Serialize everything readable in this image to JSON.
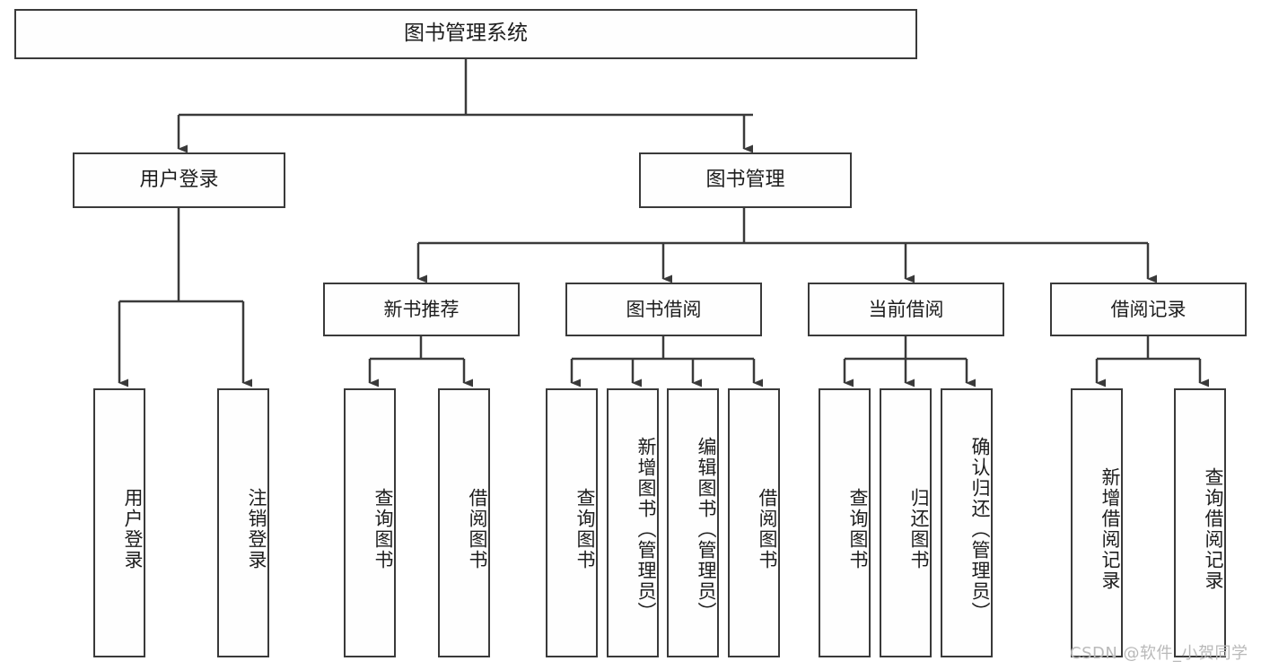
{
  "diagram": {
    "title": "图书管理系统",
    "type": "tree-hierarchy-diagram",
    "watermark": "CSDN @软件_小贺同学",
    "colors": {
      "background": "#ffffff",
      "box_fill": "#fefefe",
      "box_border": "#3a3a3a",
      "connector": "#3a3a3a",
      "text": "#1d1d1d",
      "watermark": "#b9b9b9"
    },
    "nodes": {
      "root": {
        "label": "图书管理系统"
      },
      "level2": [
        {
          "label": "用户登录"
        },
        {
          "label": "图书管理"
        }
      ],
      "level3": [
        {
          "label": "新书推荐"
        },
        {
          "label": "图书借阅"
        },
        {
          "label": "当前借阅"
        },
        {
          "label": "借阅记录"
        }
      ],
      "leaves": [
        {
          "label": "用户登录",
          "parent": "用户登录"
        },
        {
          "label": "注销登录",
          "parent": "用户登录"
        },
        {
          "label": "查询图书",
          "parent": "新书推荐"
        },
        {
          "label": "借阅图书",
          "parent": "新书推荐"
        },
        {
          "label": "查询图书",
          "parent": "图书借阅"
        },
        {
          "label": "新增图书（管理员）",
          "parent": "图书借阅"
        },
        {
          "label": "编辑图书（管理员）",
          "parent": "图书借阅"
        },
        {
          "label": "借阅图书",
          "parent": "图书借阅"
        },
        {
          "label": "查询图书",
          "parent": "当前借阅"
        },
        {
          "label": "归还图书",
          "parent": "当前借阅"
        },
        {
          "label": "确认归还（管理员）",
          "parent": "当前借阅"
        },
        {
          "label": "新增借阅记录",
          "parent": "借阅记录"
        },
        {
          "label": "查询借阅记录",
          "parent": "借阅记录"
        }
      ]
    }
  }
}
